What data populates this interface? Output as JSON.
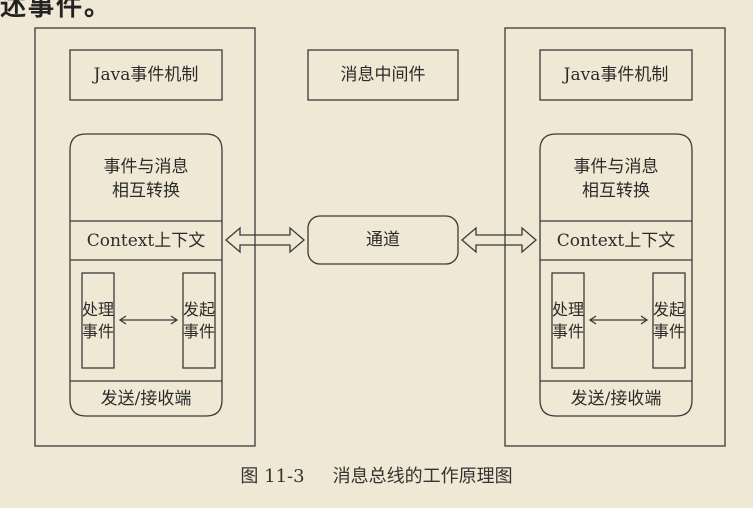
{
  "header_fragment": "述事件。",
  "left_node": {
    "title": "Java事件机制",
    "convert": "事件与消息相互转换",
    "context": "Context上下文",
    "handle": "处理事件",
    "initiate": "发起事件",
    "endpoint": "发送/接收端"
  },
  "middle": {
    "middleware": "消息中间件",
    "channel": "通道"
  },
  "right_node": {
    "title": "Java事件机制",
    "convert": "事件与消息相互转换",
    "context": "Context上下文",
    "handle": "处理事件",
    "initiate": "发起事件",
    "endpoint": "发送/接收端"
  },
  "caption": {
    "number": "图 11-3",
    "text": "消息总线的工作原理图"
  },
  "colors": {
    "background": "#efe8d4",
    "line": "#3a3a3a"
  }
}
